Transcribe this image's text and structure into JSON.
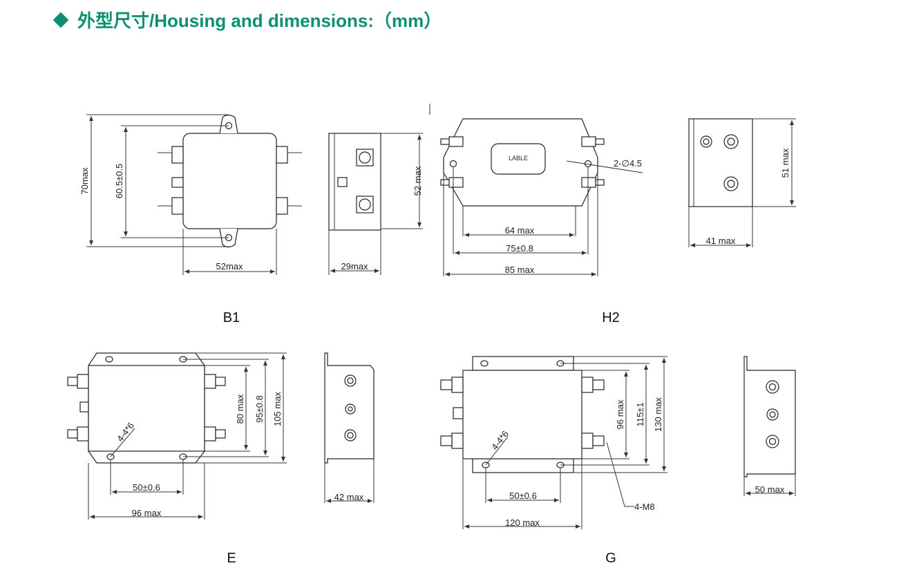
{
  "header": {
    "title": "外型尺寸/Housing and dimensions:（mm）"
  },
  "b1": {
    "label": "B1",
    "dim_height": "70max",
    "dim_mount": "60.5±0.5",
    "dim_width": "52max",
    "dim_depth": "29max",
    "dim_side_height": "52 max"
  },
  "h2": {
    "label": "H2",
    "label_plate": "LABLE",
    "dim_holes": "2-∅4.5",
    "dim_body": "64 max",
    "dim_mount": "75±0.8",
    "dim_total": "85 max",
    "dim_side_width": "41 max",
    "dim_side_height": "51 max"
  },
  "e": {
    "label": "E",
    "dim_holes": "4-4*6",
    "dim_h1": "80 max",
    "dim_h2": "95±0.8",
    "dim_h3": "105 max",
    "dim_mount": "50±0.6",
    "dim_width": "96 max",
    "dim_depth": "42 max"
  },
  "g": {
    "label": "G",
    "dim_holes": "4-4*6",
    "dim_h1": "96 max",
    "dim_h2": "115±1",
    "dim_h3": "130 max",
    "dim_mount": "50±0.6",
    "dim_width": "120 max",
    "dim_thread": "4-M8",
    "dim_depth": "50 max"
  }
}
